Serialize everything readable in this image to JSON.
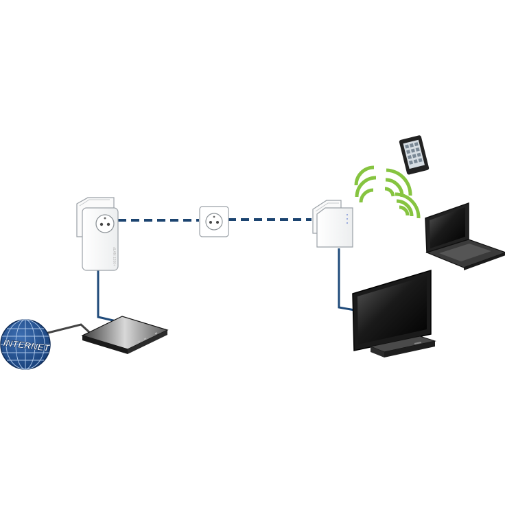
{
  "globe": {
    "label": "INTERNET",
    "icon": "globe-icon"
  },
  "colors": {
    "cable": "#1f4a7a",
    "powerline_dash": "#1c4470",
    "globe": "#1e4d8c",
    "wifi": "#86c440",
    "router": "#2a2a2a",
    "plug_outline": "#9aa0a6"
  },
  "devices": [
    {
      "name": "internet-globe",
      "icon": "globe-icon"
    },
    {
      "name": "router",
      "icon": "router-icon"
    },
    {
      "name": "powerline-adapter-left",
      "icon": "powerline-adapter-icon"
    },
    {
      "name": "wall-socket",
      "icon": "wall-socket-icon"
    },
    {
      "name": "powerline-adapter-wifi",
      "icon": "wifi-adapter-icon"
    },
    {
      "name": "smartphone",
      "icon": "smartphone-icon"
    },
    {
      "name": "laptop",
      "icon": "laptop-icon"
    },
    {
      "name": "television",
      "icon": "tv-icon"
    },
    {
      "name": "media-player",
      "icon": "media-player-icon"
    }
  ]
}
